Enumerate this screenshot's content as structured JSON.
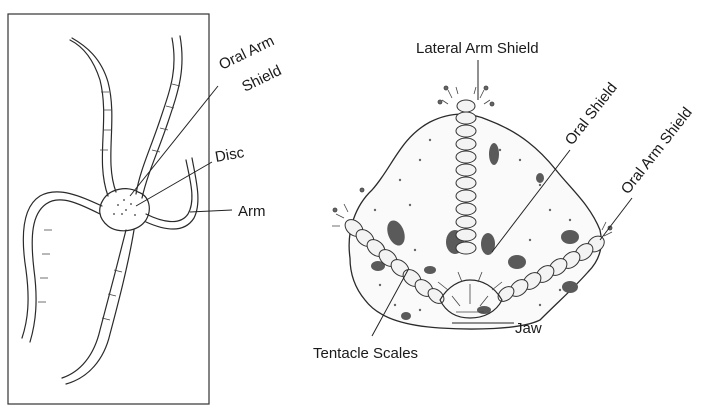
{
  "left_figure": {
    "labels": {
      "oral_arm_shield_line1": "Oral Arm",
      "oral_arm_shield_line2": "Shield",
      "disc": "Disc",
      "arm": "Arm"
    }
  },
  "right_figure": {
    "labels": {
      "lateral_arm_shield": "Lateral Arm Shield",
      "oral_shield": "Oral Shield",
      "oral_arm_shield": "Oral Arm Shield",
      "tentacle_scales": "Tentacle Scales",
      "jaw": "Jaw"
    }
  }
}
